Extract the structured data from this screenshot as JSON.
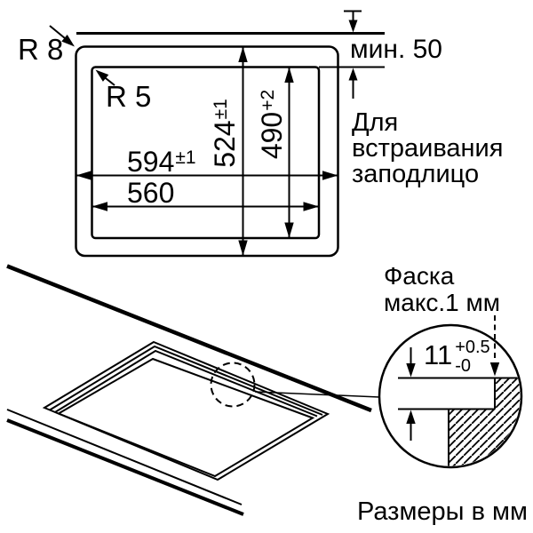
{
  "plan_view": {
    "outer_radius_label": "R 8",
    "cutout_radius_label": "R 5",
    "wall_clearance_label": "мин. 50",
    "flush_mount_note": "Для\nвстраивания\nзаподлицо",
    "dimensions": {
      "appliance_width": {
        "value": "594",
        "tolerance": "±1"
      },
      "cutout_width": {
        "value": "560"
      },
      "appliance_depth": {
        "value": "524",
        "tolerance": "±1"
      },
      "cutout_depth": {
        "value": "490",
        "tolerance": "+2"
      }
    }
  },
  "detail_view": {
    "chamfer_note": "Фаска\nмакс.1 мм",
    "recess_depth": {
      "value": "11",
      "tolerance_plus": "+0.5",
      "tolerance_minus": "-0"
    }
  },
  "footer": {
    "units_note": "Размеры в мм"
  }
}
